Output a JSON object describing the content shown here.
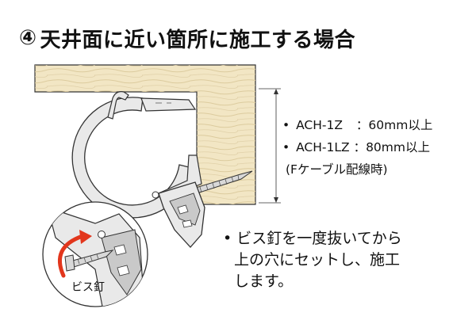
{
  "heading": {
    "number": "④",
    "text": "天井面に近い箇所に施工する場合"
  },
  "specs": [
    {
      "bullet": "•",
      "model": "ACH-1Z",
      "value": "：60mm以上"
    },
    {
      "bullet": "•",
      "model": "ACH-1LZ",
      "value": "：80mm以上"
    }
  ],
  "spec_note": "(Fケーブル配線時)",
  "instruction": {
    "bullet": "•",
    "lines": [
      "ビス釘を一度抜いてから",
      "上の穴にセットし、施工",
      "します。"
    ]
  },
  "caption": "ビス釘",
  "colors": {
    "wood": "#f2e6c4",
    "wood_grain": "#d9c79a",
    "line": "#333333",
    "clip_fill": "#e9e9e9",
    "clip_shade": "#c9c9c9",
    "arrow": "#e2361c"
  }
}
